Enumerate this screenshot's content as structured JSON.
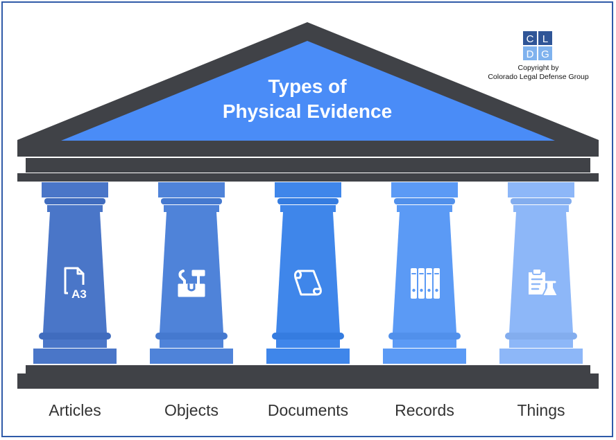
{
  "title": {
    "line1": "Types of",
    "line2": "Physical Evidence"
  },
  "logo": {
    "letters": [
      "C",
      "L",
      "D",
      "G"
    ],
    "copyright_line1": "Copyright by",
    "copyright_line2": "Colorado Legal Defense Group"
  },
  "pillars": [
    {
      "label": "Articles",
      "icon": "document-a3-icon",
      "color": "#4a76c8"
    },
    {
      "label": "Objects",
      "icon": "tools-box-icon",
      "color": "#4f83d9"
    },
    {
      "label": "Documents",
      "icon": "scroll-document-icon",
      "color": "#3f86ea"
    },
    {
      "label": "Records",
      "icon": "binders-icon",
      "color": "#5b9af5"
    },
    {
      "label": "Things",
      "icon": "clipboard-flask-icon",
      "color": "#8db7f8"
    }
  ],
  "colors": {
    "roof": "#404247",
    "pediment": "#4a8cf7",
    "border": "#2f5aa8",
    "logo_dark": "#2f5597",
    "logo_light": "#7fb2ee"
  }
}
